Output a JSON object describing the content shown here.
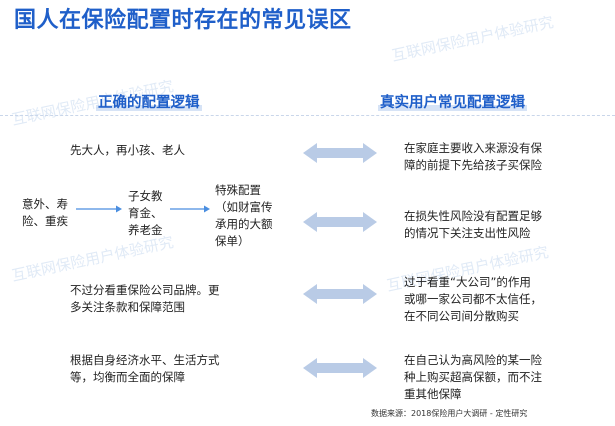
{
  "title": "国人在保险配置时存在的常见误区",
  "watermarks": [
    "互联网保险用户体验研究",
    "互联网保险用户体验研究",
    "互联网保险用户体验研究",
    "互联网保险用户体验研究"
  ],
  "left_header": "正确的配置逻辑",
  "right_header": "真实用户常见配置逻辑",
  "left": {
    "row1": "先大人，再小孩、老人",
    "flow": {
      "a": "意外、寿\n险、重疾",
      "b": "子女教\n育金、\n养老金",
      "c": "特殊配置\n（如财富传\n承用的大额\n保单）"
    },
    "row3": "不过分看重保险公司品牌。更\n多关注条款和保障范围",
    "row4": "根据自身经济水平、生活方式\n等，均衡而全面的保障"
  },
  "right": {
    "row1": "在家庭主要收入来源没有保\n障的前提下先给孩子买保险",
    "row2": "在损失性风险没有配置足够\n的情况下关注支出性风险",
    "row3": "过于看重“大公司”的作用\n或哪一家公司都不太信任，\n在不同公司间分散购买",
    "row4": "在自己认为高风险的某一险\n种上购买超高保额，而不注\n重其他保障"
  },
  "source": "数据来源：2018保险用户大调研 - 定性研究",
  "colors": {
    "accent": "#1f5fc9",
    "arrow": "#b9cbe6",
    "flow_arrow": "#4a8ee0"
  }
}
